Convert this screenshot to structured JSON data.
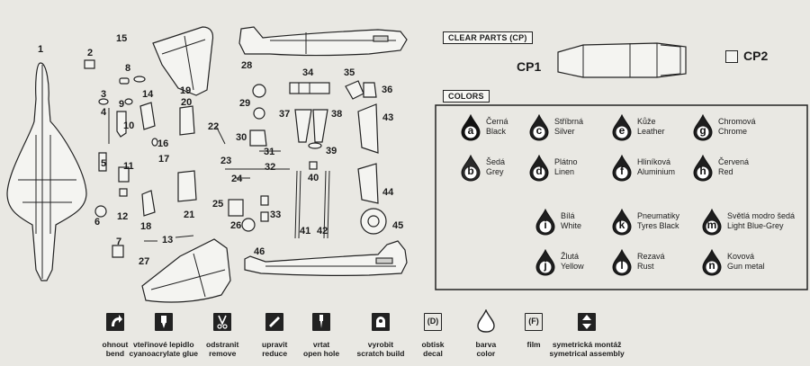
{
  "sections": {
    "clear_parts": "CLEAR PARTS (CP)",
    "colors": "COLORS"
  },
  "clear_parts": [
    {
      "id": "cp1",
      "label": "CP1"
    },
    {
      "id": "cp2",
      "label": "CP2"
    }
  ],
  "part_numbers": [
    "1",
    "2",
    "3",
    "4",
    "5",
    "6",
    "7",
    "8",
    "9",
    "10",
    "11",
    "12",
    "13",
    "14",
    "15",
    "16",
    "17",
    "18",
    "19",
    "20",
    "21",
    "22",
    "23",
    "24",
    "25",
    "26",
    "27",
    "28",
    "29",
    "30",
    "31",
    "32",
    "33",
    "34",
    "35",
    "36",
    "37",
    "38",
    "39",
    "40",
    "41",
    "42",
    "43",
    "44",
    "45",
    "46"
  ],
  "colors": [
    {
      "letter": "a",
      "czech": "Černá",
      "english": "Black",
      "fill": "#111111"
    },
    {
      "letter": "b",
      "czech": "Šedá",
      "english": "Grey",
      "fill": "#2a2a2a"
    },
    {
      "letter": "c",
      "czech": "Stříbrná",
      "english": "Silver",
      "fill": "#1e1e1e"
    },
    {
      "letter": "d",
      "czech": "Plátno",
      "english": "Linen",
      "fill": "#1e1e1e"
    },
    {
      "letter": "e",
      "czech": "Kůže",
      "english": "Leather",
      "fill": "#1e1e1e"
    },
    {
      "letter": "f",
      "czech": "Hliníková",
      "english": "Aluminium",
      "fill": "#1e1e1e"
    },
    {
      "letter": "g",
      "czech": "Chromová",
      "english": "Chrome",
      "fill": "#1e1e1e"
    },
    {
      "letter": "h",
      "czech": "Červená",
      "english": "Red",
      "fill": "#1e1e1e"
    },
    {
      "letter": "i",
      "czech": "Bílá",
      "english": "White",
      "fill": "#1e1e1e"
    },
    {
      "letter": "j",
      "czech": "Žlutá",
      "english": "Yellow",
      "fill": "#1e1e1e"
    },
    {
      "letter": "k",
      "czech": "Pneumatiky",
      "english": "Tyres Black",
      "fill": "#1e1e1e"
    },
    {
      "letter": "l",
      "czech": "Rezavá",
      "english": "Rust",
      "fill": "#1e1e1e"
    },
    {
      "letter": "m",
      "czech": "Světlá modro šedá",
      "english": "Light Blue-Grey",
      "fill": "#1e1e1e"
    },
    {
      "letter": "n",
      "czech": "Kovová",
      "english": "Gun metal",
      "fill": "#1e1e1e"
    }
  ],
  "legend": [
    {
      "id": "bend",
      "czech": "ohnout",
      "english": "bend",
      "icon": "bend-icon"
    },
    {
      "id": "glue",
      "czech": "vteřinové lepidlo",
      "english": "cyanoacrylate glue",
      "icon": "glue-icon"
    },
    {
      "id": "remove",
      "czech": "odstranit",
      "english": "remove",
      "icon": "remove-icon"
    },
    {
      "id": "reduce",
      "czech": "upravit",
      "english": "reduce",
      "icon": "reduce-icon"
    },
    {
      "id": "hole",
      "czech": "vrtat",
      "english": "open hole",
      "icon": "drill-icon"
    },
    {
      "id": "scratch",
      "czech": "vyrobit",
      "english": "scratch build",
      "icon": "scratch-build-icon"
    },
    {
      "id": "decal",
      "czech": "obtisk",
      "english": "decal",
      "icon": "decal-icon",
      "glyph": "(D)"
    },
    {
      "id": "color",
      "czech": "barva",
      "english": "color",
      "icon": "paint-drop-icon"
    },
    {
      "id": "film",
      "czech": "film",
      "english": "",
      "icon": "film-icon",
      "glyph": "(F)"
    },
    {
      "id": "sym",
      "czech": "symetrická montáž",
      "english": "symetrical assembly",
      "icon": "symmetry-icon"
    }
  ]
}
